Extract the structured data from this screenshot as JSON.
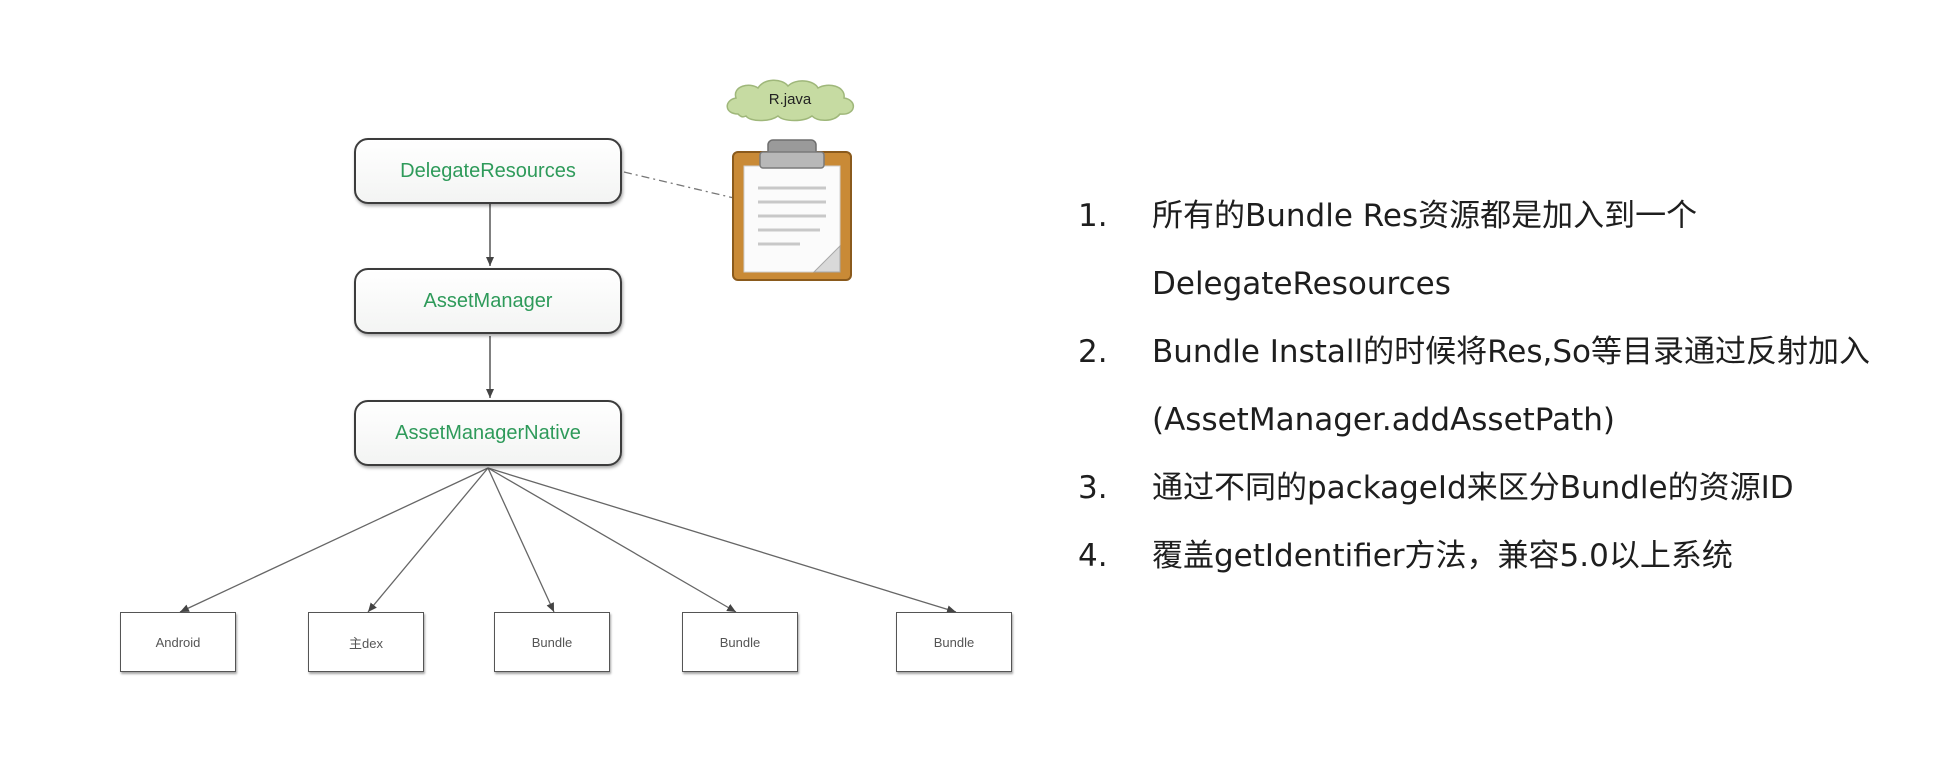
{
  "diagram": {
    "top_nodes": [
      {
        "label": "DelegateResources"
      },
      {
        "label": "AssetManager"
      },
      {
        "label": "AssetManagerNative"
      }
    ],
    "leaves": [
      {
        "label": "Android"
      },
      {
        "label": "主dex"
      },
      {
        "label": "Bundle"
      },
      {
        "label": "Bundle"
      },
      {
        "label": "Bundle"
      }
    ],
    "cloud_label": "R.java",
    "clipboard_icon": "clipboard-icon",
    "colors": {
      "node_text": "#2e9a5a",
      "cloud_fill": "#c6dba2",
      "clipboard_frame": "#b87a2a"
    }
  },
  "notes": [
    {
      "number": "1.",
      "text": "所有的Bundle Res资源都是加入到一个DelegateResources"
    },
    {
      "number": "2.",
      "text": "Bundle Install的时候将Res,So等目录通过反射加入(AssetManager.addAssetPath)"
    },
    {
      "number": "3.",
      "text": "通过不同的packageId来区分Bundle的资源ID"
    },
    {
      "number": "4.",
      "text": "覆盖getIdentifier方法，兼容5.0以上系统"
    }
  ]
}
